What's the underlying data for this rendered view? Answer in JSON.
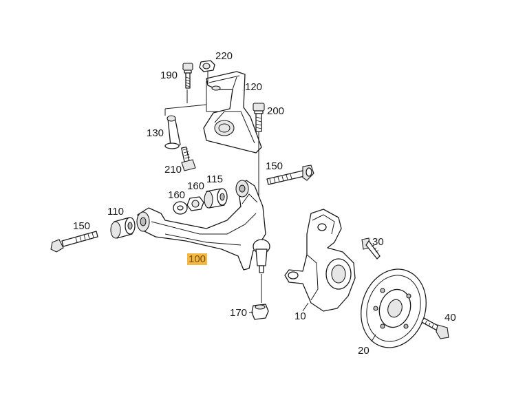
{
  "highlight_color": "#f4b942",
  "callouts": {
    "p10": "10",
    "p20": "20",
    "p30": "30",
    "p40": "40",
    "p100": "100",
    "p110": "110",
    "p115": "115",
    "p120": "120",
    "p130": "130",
    "p150a": "150",
    "p150b": "150",
    "p160a": "160",
    "p160b": "160",
    "p170": "170",
    "p190": "190",
    "p200": "200",
    "p210": "210",
    "p220": "220"
  },
  "selected_callout": "100"
}
